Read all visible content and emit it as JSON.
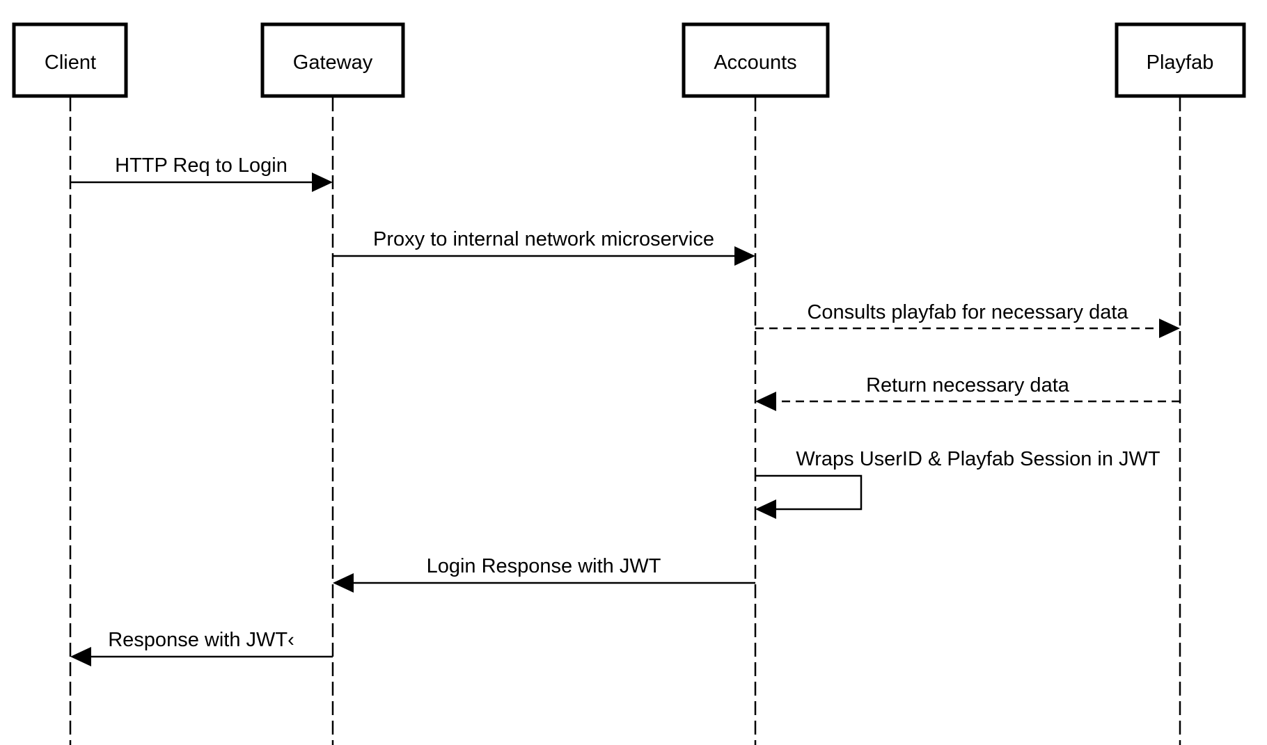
{
  "diagram": {
    "colors": {
      "stroke": "#000000",
      "background": "#ffffff",
      "text": "#000000"
    },
    "participants": [
      {
        "id": "client",
        "label": "Client"
      },
      {
        "id": "gateway",
        "label": "Gateway"
      },
      {
        "id": "accounts",
        "label": "Accounts"
      },
      {
        "id": "playfab",
        "label": "Playfab"
      }
    ],
    "messages": [
      {
        "from": "client",
        "to": "gateway",
        "label": "HTTP Req to Login",
        "style": "solid"
      },
      {
        "from": "gateway",
        "to": "accounts",
        "label": "Proxy to internal network microservice",
        "style": "solid"
      },
      {
        "from": "accounts",
        "to": "playfab",
        "label": "Consults playfab for necessary data",
        "style": "dashed"
      },
      {
        "from": "playfab",
        "to": "accounts",
        "label": "Return necessary data",
        "style": "dashed"
      },
      {
        "from": "accounts",
        "to": "accounts",
        "label": "Wraps UserID & Playfab Session in JWT",
        "style": "solid"
      },
      {
        "from": "accounts",
        "to": "gateway",
        "label": "Login Response with JWT",
        "style": "solid"
      },
      {
        "from": "gateway",
        "to": "client",
        "label": "Response with JWT‹",
        "style": "solid"
      }
    ]
  }
}
